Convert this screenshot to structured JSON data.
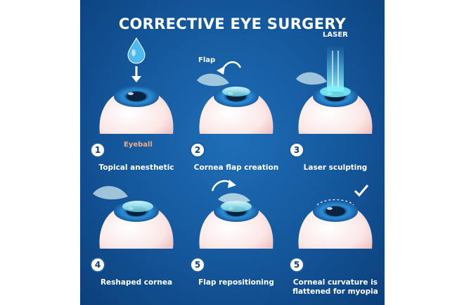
{
  "title": "CORRECTIVE EYE SURGERY",
  "steps": [
    {
      "number": "1",
      "caption": "Topical anesthetic",
      "icon": "drop-icon",
      "label": "Eyeball"
    },
    {
      "number": "2",
      "caption": "Cornea flap creation",
      "icon": "flap-arrow-icon",
      "label": "Flap"
    },
    {
      "number": "3",
      "caption": "Laser sculpting",
      "icon": "laser-icon",
      "label": "LASER"
    },
    {
      "number": "4",
      "caption": "Reshaped cornea",
      "icon": "flap-icon"
    },
    {
      "number": "5",
      "caption": "Flap repositioning",
      "icon": "flap-arrow-icon"
    },
    {
      "number": "5",
      "caption": "Corneal curvature is flattened for myopia",
      "icon": "check-icon"
    }
  ],
  "colors": {
    "background": "#14569a",
    "eyeball": "#fbeaea",
    "iris": "#2a8fd6",
    "cornea": "#9ae6ee",
    "number_badge_border": "#1a5a9c"
  }
}
